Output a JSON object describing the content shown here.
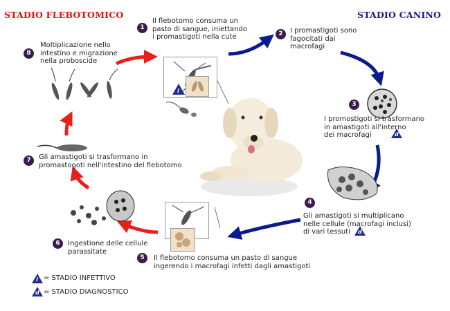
{
  "headers": {
    "left": "STADIO FLEBOTOMICO",
    "right": "STADIO CANINO"
  },
  "colors": {
    "left_header": "#e01010",
    "right_header": "#1a1a8a",
    "red_arrow": "#e8201a",
    "blue_arrow": "#0b1a8c",
    "badge": "#3a1b4f",
    "triangle": "#1f2f8f"
  },
  "steps": [
    {
      "n": "1",
      "text": "Il flebotomo consuma un\npasto di sangue, iniettando\ni promastigoti nella cute"
    },
    {
      "n": "2",
      "text": "I promastigoti sono\nfagocitati dai\nmacrofagi"
    },
    {
      "n": "3",
      "text": "I promostigoti si trasformano\nin amastigoti all'interno\ndei macrofagi"
    },
    {
      "n": "4",
      "text": "Gli amastigoti si multiplicano\nnelle cellule (macrofagi inclusi)\ndi vari tessuti"
    },
    {
      "n": "5",
      "text": "Il flebotomo consuma un pasto di sangue\ningerendo i macrofagi infetti dagli amastigoti"
    },
    {
      "n": "6",
      "text": "Ingestione delle cellule\nparassitate"
    },
    {
      "n": "7",
      "text": "Gli amastigoti si trasformano in\npromastogoti nell'intestino del flebotomo"
    },
    {
      "n": "8",
      "text": "Moltiplicazione nello\nintestino e migrazione\nnella proboscide"
    }
  ],
  "legend": {
    "infective_symbol": "i",
    "infective_label": "= STADIO INFETTIVO",
    "diagnostic_symbol": "d",
    "diagnostic_label": "= STADIO DIAGNOSTICO"
  },
  "icons": {
    "dog": "dog-illustration",
    "sandfly": "sandfly-icon",
    "macrophage": "macrophage-cell-icon",
    "promastigote": "promastigote-parasite-icon",
    "amastigote": "amastigote-cell-icon"
  }
}
